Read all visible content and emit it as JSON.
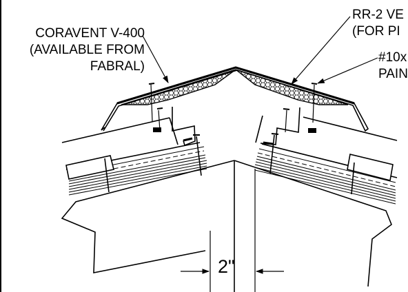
{
  "callouts": {
    "coravent": {
      "line1": "CORAVENT V-400",
      "line2": "(AVAILABLE FROM",
      "line3": "FABRAL)"
    },
    "ridge_vent": {
      "line1": "RR-2 VE",
      "line2": "(FOR PI"
    },
    "screw": {
      "line1": "#10x",
      "line2": "PAIN"
    }
  },
  "dimension": {
    "label": "2\""
  }
}
